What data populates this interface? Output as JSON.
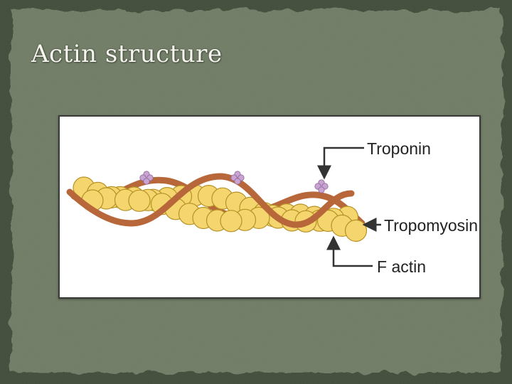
{
  "slide": {
    "title": "Actin structure",
    "background_color": "#6f7b65",
    "border_color": "#3f4a38"
  },
  "diagram": {
    "labels": {
      "troponin": "Troponin",
      "tropomyosin": "Tropomyosin",
      "f_actin": "F actin"
    },
    "colors": {
      "actin_bead_fill": "#f5d66e",
      "actin_bead_stroke": "#b59226",
      "tropomyosin_strand": "#b8673a",
      "troponin_complex": "#c9a3d1"
    }
  }
}
